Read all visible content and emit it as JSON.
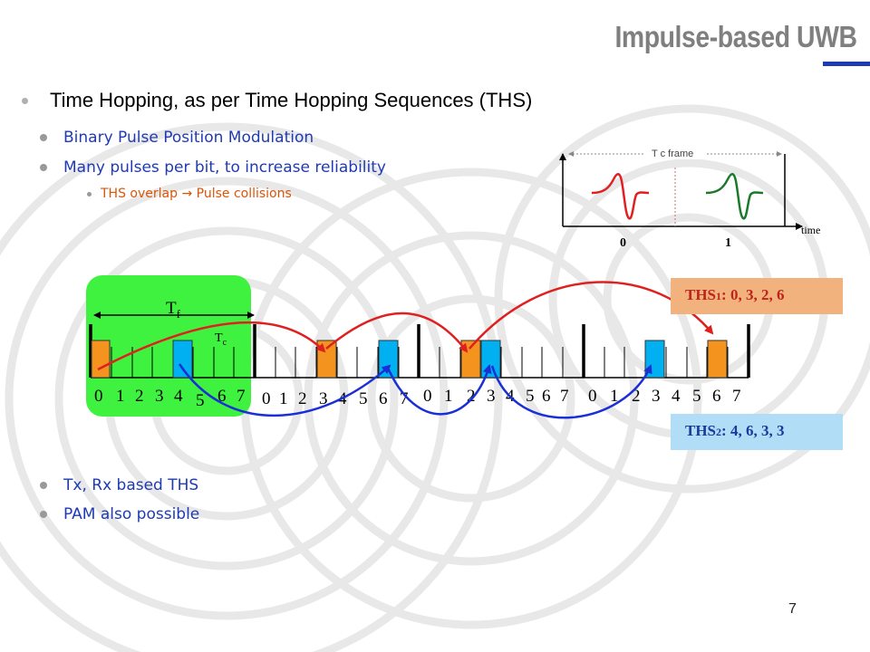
{
  "slide": {
    "title": "Impulse-based UWB",
    "page_number": "7",
    "bullet_main": "Time Hopping, as per Time Hopping Sequences (THS)",
    "bullets_level2": [
      "Binary Pulse Position Modulation",
      "Many pulses per bit, to increase reliability"
    ],
    "bullet_level3": "THS overlap → Pulse collisions",
    "bullets_bottom": [
      "Tx, Rx based THS",
      "PAM also possible"
    ]
  },
  "inset": {
    "frame_label": "T c frame",
    "time_label": "time",
    "bit0_label": "0",
    "bit1_label": "1"
  },
  "frames": {
    "tf_label_main": "T",
    "tf_label_sub": "f",
    "tc_label_main": "T",
    "tc_label_sub": "c",
    "slot_indices": [
      "0",
      "1",
      "2",
      "3",
      "4",
      "5",
      "6",
      "7"
    ]
  },
  "ths": {
    "ths1_prefix": "THS",
    "ths1_sub": "1",
    "ths1_seq": ": 0, 3, 2, 6",
    "ths2_prefix": "THS",
    "ths2_sub": "2",
    "ths2_seq": ": 4, 6, 3, 3"
  },
  "colors": {
    "user1_pulse": "#f4931e",
    "user2_pulse": "#00b0f0",
    "ths1_arrow": "#e02020",
    "ths2_arrow": "#1a2fd6",
    "highlight_frame": "#3ff23f",
    "title_rule": "#1f3bb3"
  }
}
